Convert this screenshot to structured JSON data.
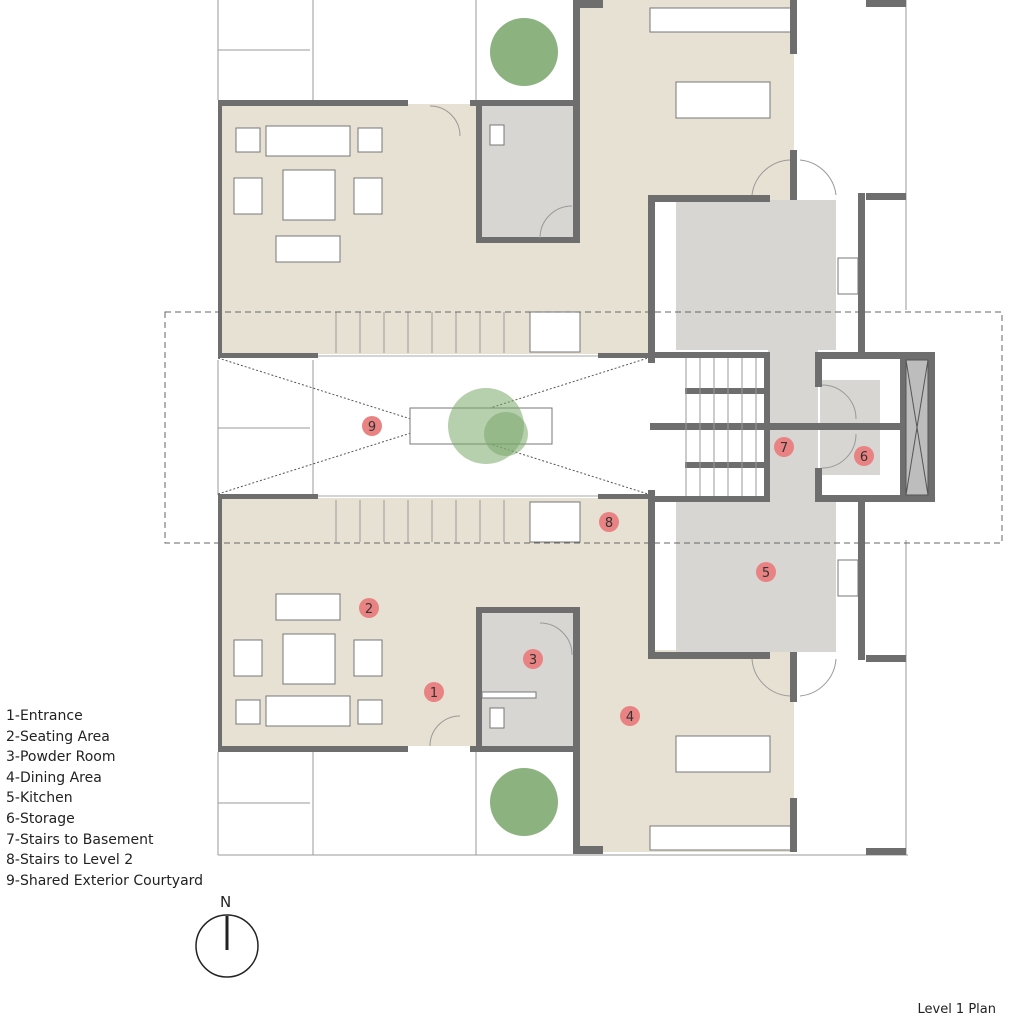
{
  "title": "Level 1 Plan",
  "north_label": "N",
  "legend": [
    "1-Entrance",
    "2-Seating Area",
    "3-Powder Room",
    "4-Dining Area",
    "5-Kitchen",
    "6-Storage",
    "7-Stairs to Basement",
    "8-Stairs to Level 2",
    "9-Shared Exterior Courtyard"
  ],
  "markers": [
    "1",
    "2",
    "3",
    "4",
    "5",
    "6",
    "7",
    "8",
    "9"
  ],
  "colors": {
    "room_fill": "#e6e1d2",
    "service_fill": "#d7d6d3",
    "wall": "#6e6e6e",
    "marker": "#e98282",
    "tree": "#7aa86a"
  }
}
